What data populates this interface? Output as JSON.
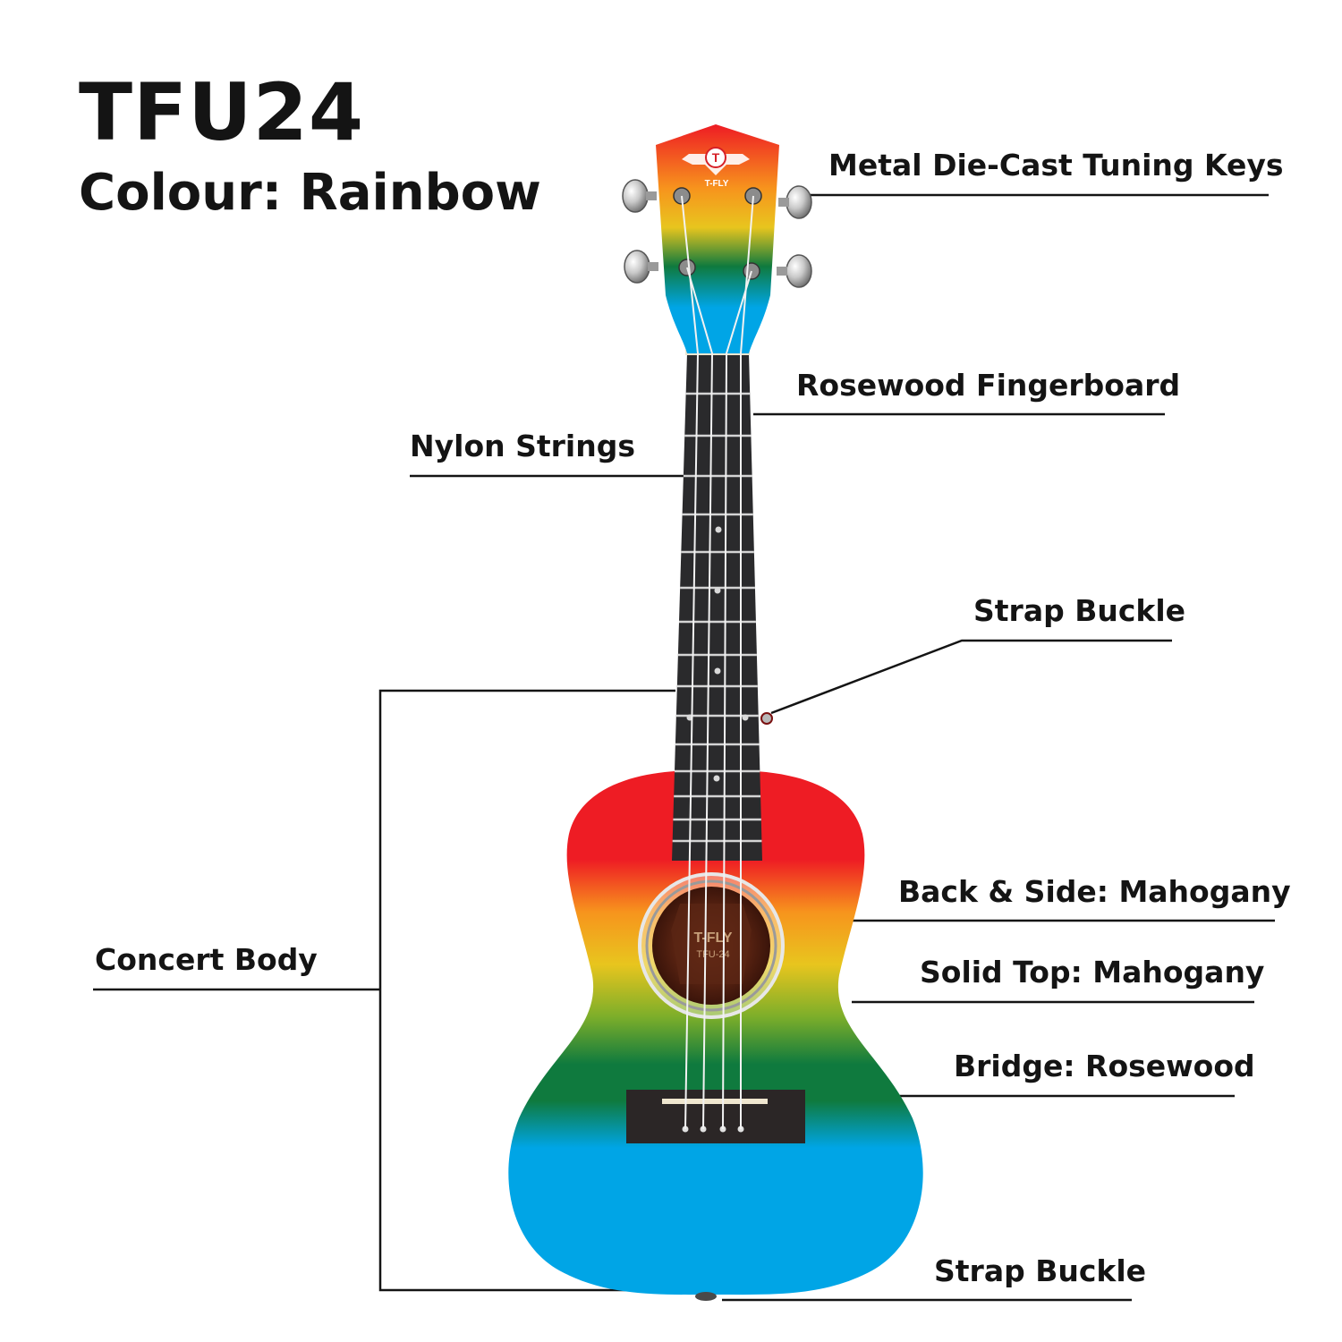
{
  "header": {
    "model": "TFU24",
    "colour": "Colour: Rainbow"
  },
  "callouts": {
    "tuning_keys": "Metal Die-Cast Tuning Keys",
    "fingerboard": "Rosewood Fingerboard",
    "strings": "Nylon Strings",
    "strap_buckle_upper": "Strap Buckle",
    "body": "Concert Body",
    "back_side": "Back & Side: Mahogany",
    "top": "Solid Top: Mahogany",
    "bridge": "Bridge: Rosewood",
    "strap_buckle_lower": "Strap Buckle"
  },
  "headstock_logo": {
    "brand": "T-FLY",
    "emblem": "T"
  },
  "soundhole_logo": {
    "brand": "T-FLY",
    "model": "TFU-24"
  },
  "colors": {
    "red": "#ee1c24",
    "orange": "#f7941d",
    "yellow": "#e8c51e",
    "green": "#0f7a3e",
    "blue": "#00a5e6",
    "fingerboard": "#2a2a2c",
    "text": "#141414"
  }
}
